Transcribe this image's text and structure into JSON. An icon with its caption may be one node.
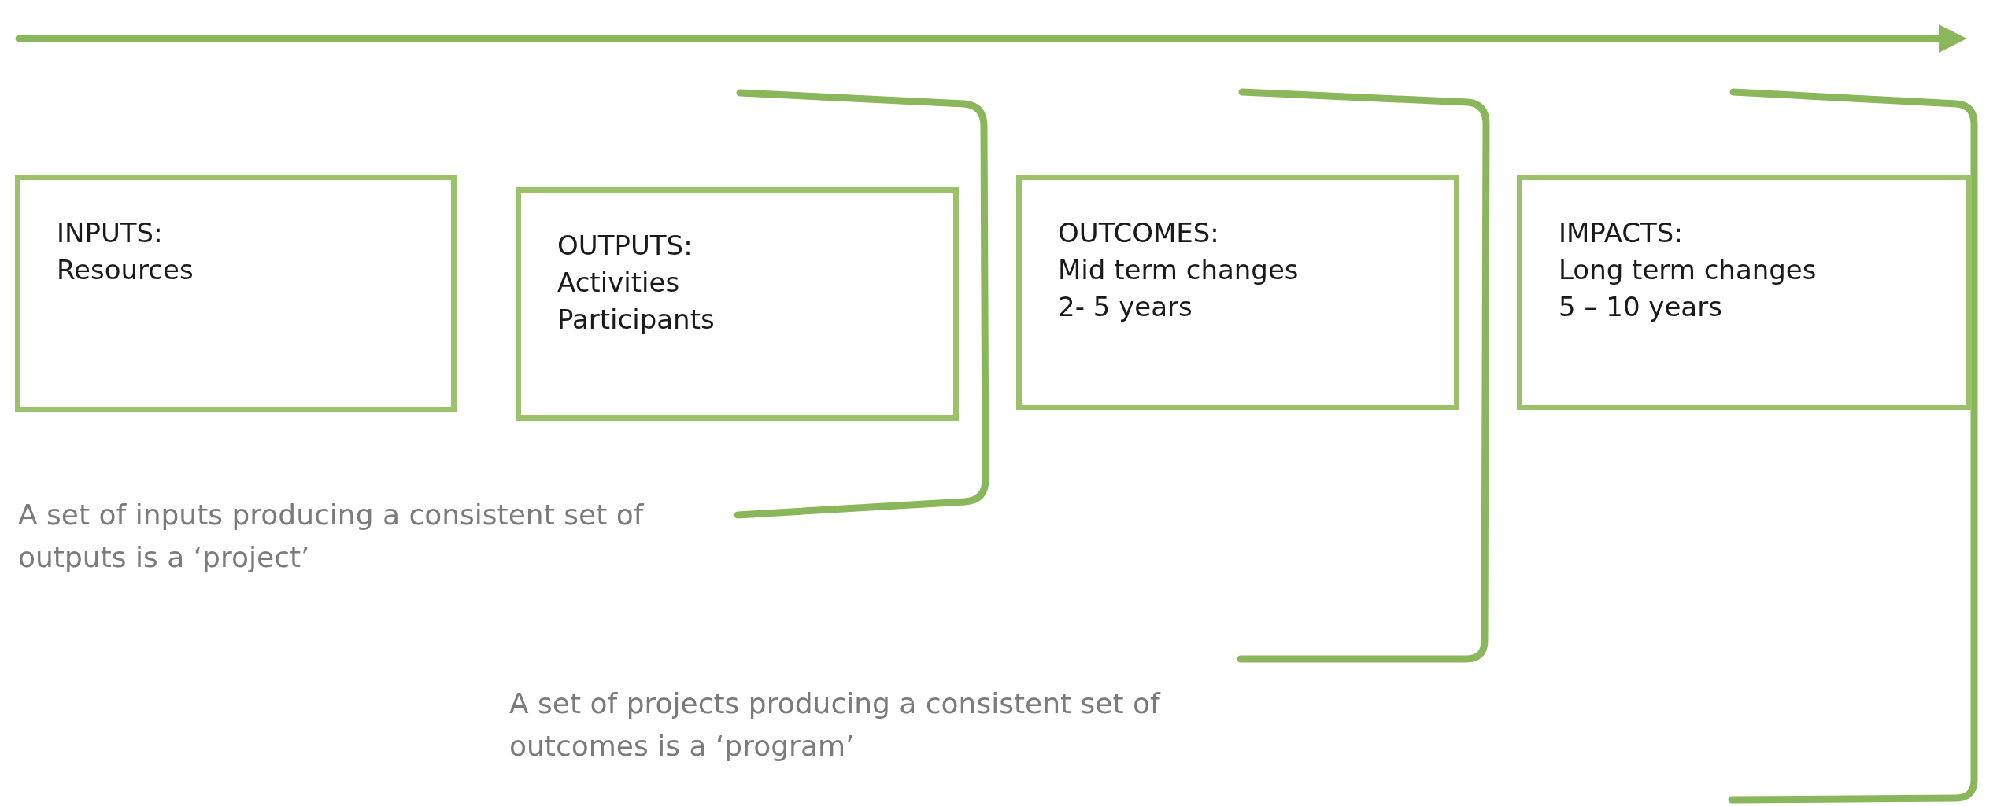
{
  "diagram": {
    "nodes": [
      {
        "text": [
          "INPUTS:",
          "Resources"
        ]
      },
      {
        "text": [
          "OUTPUTS:",
          "Activities",
          "Participants"
        ]
      },
      {
        "text": [
          "OUTCOMES:",
          "Mid term changes",
          "2- 5 years"
        ]
      },
      {
        "text": [
          "IMPACTS:",
          "Long term changes",
          "5 – 10 years"
        ]
      }
    ],
    "labels": [
      "A set of inputs producing a consistent set of outputs is a ‘project’",
      "A set of projects producing a consistent set of outcomes is a ‘program’"
    ]
  }
}
